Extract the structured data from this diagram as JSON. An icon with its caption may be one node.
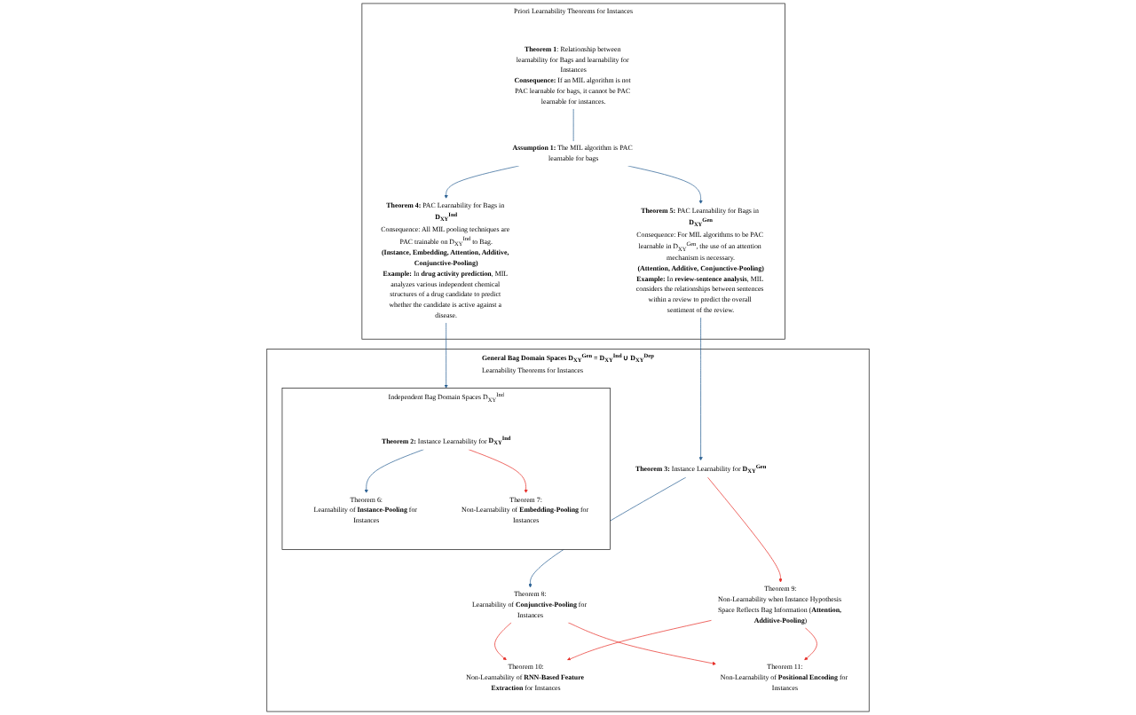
{
  "diagram": {
    "nodes": [
      {
        "text": [
          "Priori Learnability Theorems for Instances"
        ]
      },
      {
        "text": [
          "**Theorem 1**: Relationship between learnability for Bags and learnability for Instances",
          "**Consequence:** If an MIL algorithm is not PAC learnable for bags, it cannot be PAC learnable for instances."
        ],
        "in": 0
      },
      {
        "text": [
          "**Assumption 1:** The MIL algorithm is PAC learnable for bags"
        ],
        "in": 0
      },
      {
        "text": [
          "**Theorem 4:** PAC Learnability for Bags in **D$_{XY}$$^{Ind}$**",
          "Consequence: All MIL pooling techniques are PAC trainable on D$_{XY}$$^{Ind}$ to Bag.",
          "**(Instance, Embedding, Attention, Additive, Conjunctive-Pooling)**",
          "**Example:** In **drug activity prediction**, MIL analyzes various independent chemical structures of a drug candidate to predict whether the candidate is active against a disease."
        ],
        "in": 0
      },
      {
        "text": [
          "**Theorem 5:** PAC Learnability for Bags in **D$_{XY}$$^{Gen}$**",
          "Consequence: For MIL algorithms to be PAC learnable in D$_{XY}$$^{Gen}$, the use of an attention mechanism is necessary.",
          "**(Attention, Additive, Conjunctive-Pooling)**",
          "**Example:** In **review-sentence analysis**, MIL considers the relationships between sentences within a review to predict the overall sentiment of the review."
        ],
        "in": 0
      },
      {
        "text": [
          "**General Bag Domain Spaces D$_{XY}$$^{Gen}$ = D$_{XY}$$^{Ind}$ ∪ D$_{XY}$$^{Dep}$**",
          "Learnability Theorems for Instances"
        ]
      },
      {
        "text": [
          "Independent Bag Domain Spaces D$_{XY}$$^{Ind}$"
        ],
        "in": 5
      },
      {
        "text": [
          "**Theorem 2:** Instance Learnability for **D$_{XY}$$^{Ind}$**"
        ],
        "in": 6
      },
      {
        "text": [
          "Theorem 6:",
          "Learnability of **Instance-Pooling** for Instances"
        ],
        "in": 6
      },
      {
        "text": [
          "Theorem 7:",
          "Non-Learnability of **Embedding-Pooling** for Instances"
        ],
        "in": 6
      },
      {
        "text": [
          "**Theorem 3:** Instance Learnability for **D$_{XY}$$^{Gen}$**"
        ],
        "in": 5
      },
      {
        "text": [
          "Theorem 8:",
          "Learnability of **Conjunctive-Pooling** for Instances"
        ],
        "in": 5
      },
      {
        "text": [
          "Theorem 9:",
          "Non-Learnability when Instance Hypothesis Space Reflects Bag Information (**Attention, Additive-Pooling**)"
        ],
        "in": 5
      },
      {
        "text": [
          "Theorem 10:",
          "Non-Learnability of **RNN-Based Feature Extraction** for Instances"
        ],
        "in": 5
      },
      {
        "text": [
          "Theorem 11:",
          "Non-Learnability of **Positional Encoding** for Instances"
        ],
        "in": 5
      }
    ],
    "edges": [
      {
        "from": 1,
        "to": 2,
        "arrow": "none"
      },
      {
        "from": 2,
        "to": 3,
        "arrow": "to"
      },
      {
        "from": 2,
        "to": 4,
        "arrow": "to"
      },
      {
        "from": 3,
        "to": 6,
        "arrow": "to"
      },
      {
        "from": 4,
        "to": 10,
        "arrow": "to"
      },
      {
        "from": 7,
        "to": 8,
        "arrow": "to"
      },
      {
        "from": 7,
        "to": 9,
        "arrow": "to",
        "color": "#e8322c"
      },
      {
        "from": 10,
        "to": 11,
        "arrow": "to"
      },
      {
        "from": 10,
        "to": 12,
        "arrow": "to",
        "color": "#e8322c"
      },
      {
        "from": 11,
        "to": 13,
        "arrow": "to",
        "color": "#e8322c"
      },
      {
        "from": 11,
        "to": 14,
        "arrow": "to",
        "color": "#e8322c"
      },
      {
        "from": 12,
        "to": 13,
        "arrow": "to",
        "color": "#e8322c"
      },
      {
        "from": 12,
        "to": 14,
        "arrow": "to",
        "color": "#e8322c"
      }
    ]
  }
}
